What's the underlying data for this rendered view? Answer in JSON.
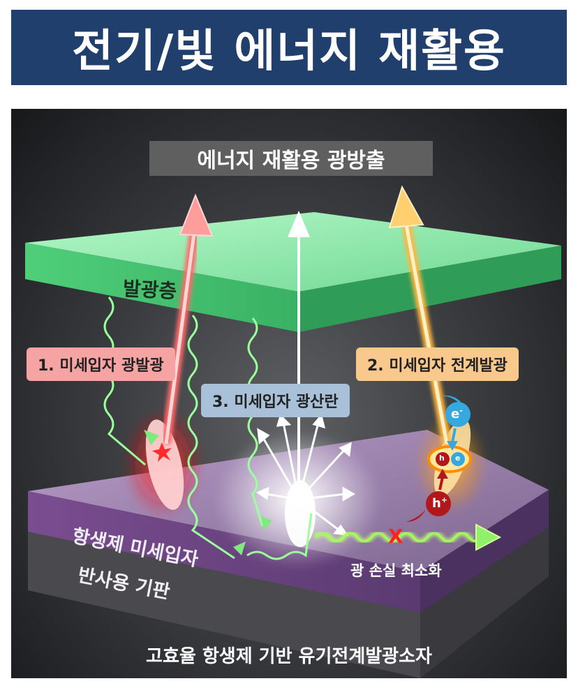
{
  "title": "전기/빛 에너지 재활용",
  "scene": {
    "emission_box": "에너지 재활용 광방출",
    "emissive_layer": "발광층",
    "mechanisms": {
      "photoluminescence": "1. 미세입자 광발광",
      "electroluminescence": "2. 미세입자 전계발광",
      "scattering": "3. 미세입자 광산란"
    },
    "host_layer": "항생제 미세입자",
    "reflective_substrate": "반사용 기판",
    "loss_label": "광 손실 최소화",
    "loss_mark": "X",
    "carriers": {
      "electron": "e",
      "electron_sup": "-",
      "hole": "h",
      "hole_sup": "+"
    },
    "bottom_caption": "고효율 항생제 기반 유기전계발광소자"
  },
  "colors": {
    "banner": "#213f6d",
    "emissive_layer": "#7fe8a0",
    "host_layer": "#8a5fa0",
    "red_light": "#ff8a8a",
    "yellow_light": "#ffcf70",
    "green_wave": "#8dff8d",
    "electron": "#35a9df",
    "hole": "#b0181c"
  }
}
